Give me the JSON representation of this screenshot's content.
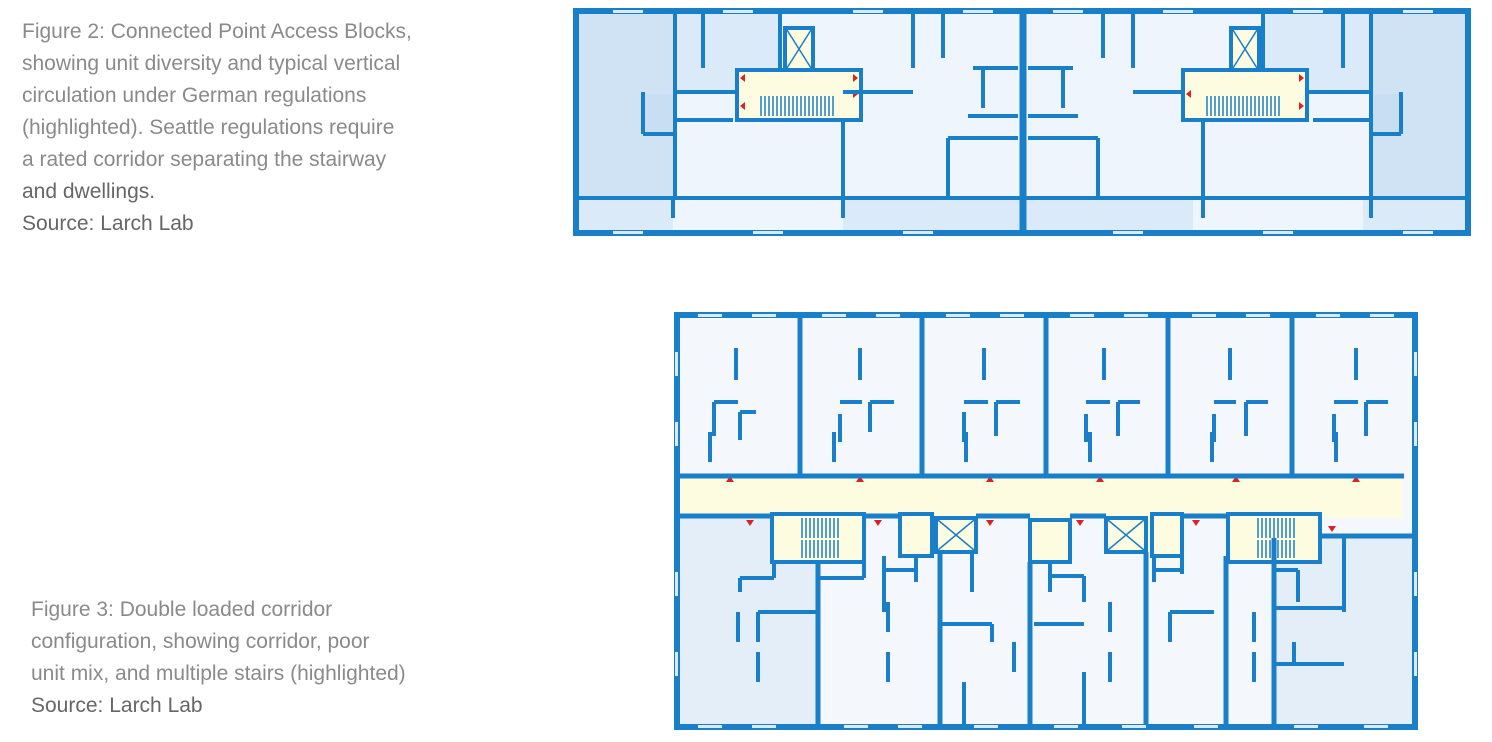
{
  "figure2": {
    "caption_lines": [
      "Figure 2: Connected Point Access Blocks,",
      "showing unit diversity and typical vertical",
      "circulation under German regulations",
      "(highlighted). Seattle regulations require",
      "a rated corridor separating the stairway"
    ],
    "caption_end": "and dwellings.",
    "source": "Source: Larch Lab"
  },
  "figure3": {
    "caption_lines": [
      "Figure 3: Double loaded corridor",
      "configuration, showing corridor, poor",
      "unit mix, and multiple stairs (highlighted)"
    ],
    "source": "Source: Larch Lab"
  },
  "colors": {
    "wall": "#1a7fc9",
    "room_light": "#eef5fc",
    "room_mid": "#dbeaf8",
    "room_dark": "#c8dff3",
    "circulation": "#fdfbe0",
    "arrow": "#e02020"
  }
}
